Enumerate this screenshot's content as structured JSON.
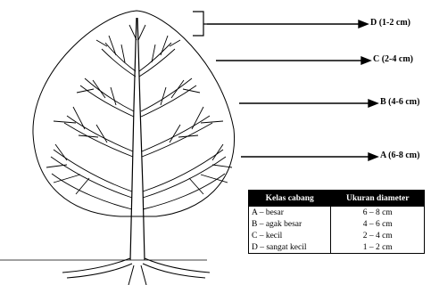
{
  "labels": [
    {
      "id": "D",
      "text": "D (1-2 cm)"
    },
    {
      "id": "C",
      "text": "C (2-4 cm)"
    },
    {
      "id": "B",
      "text": "B (4-6 cm)"
    },
    {
      "id": "A",
      "text": "A (6-8 cm)"
    }
  ],
  "table": {
    "headers": [
      "Kelas cabang",
      "Ukuran diameter"
    ],
    "rows": [
      {
        "class": "A – besar",
        "diameter": "6 – 8 cm"
      },
      {
        "class": "B – agak besar",
        "diameter": "4 – 6 cm"
      },
      {
        "class": "C – kecil",
        "diameter": "2 – 4 cm"
      },
      {
        "class": "D – sangat kecil",
        "diameter": "1 – 2 cm"
      }
    ]
  },
  "colors": {
    "ink": "#000000",
    "background": "#ffffff",
    "header_bg": "#000000",
    "header_text": "#ffffff"
  }
}
